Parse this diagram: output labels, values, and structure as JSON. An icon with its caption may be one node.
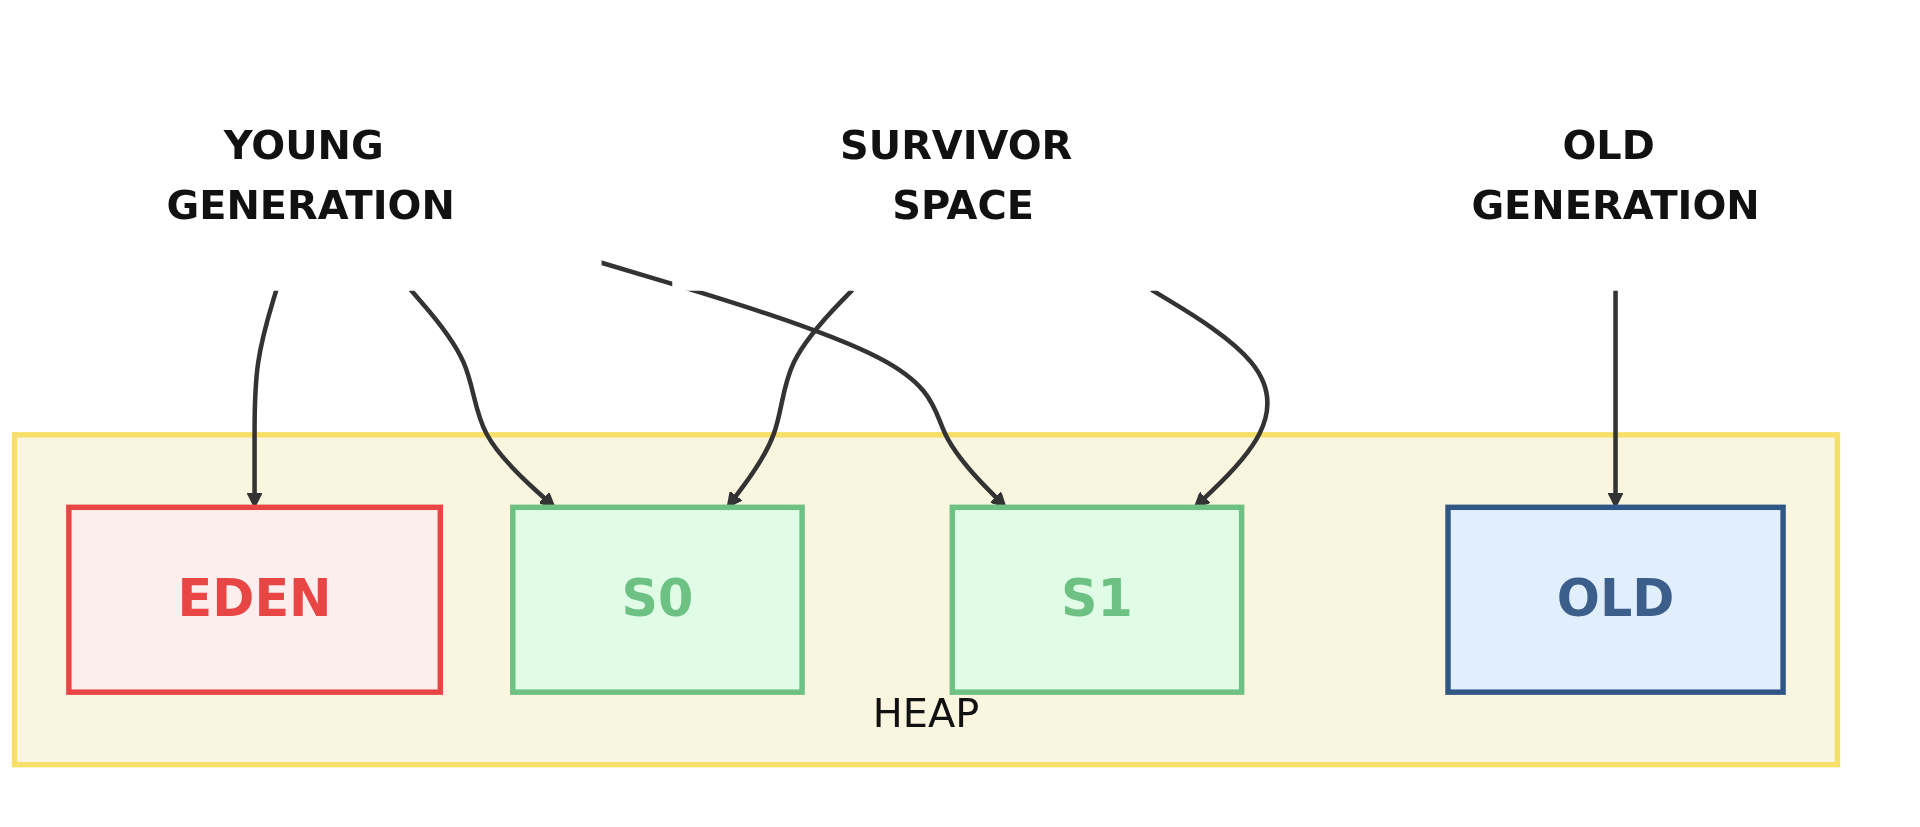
{
  "diagram": {
    "nodes": [
      {
        "text": [
          "YOUNG GENERATION"
        ]
      },
      {
        "text": [
          "SURVIVOR SPACE"
        ]
      },
      {
        "text": [
          "OLD GENERATION"
        ]
      },
      {
        "text": [
          "HEAP"
        ]
      },
      {
        "text": [
          "EDEN"
        ],
        "in": 3
      },
      {
        "text": [
          "S0"
        ],
        "in": 3
      },
      {
        "text": [
          "S1"
        ],
        "in": 3
      },
      {
        "text": [
          "OLD"
        ],
        "in": 3
      }
    ],
    "edges": [
      {
        "from": 0,
        "to": 4,
        "arrow": "to"
      },
      {
        "from": 0,
        "to": 5,
        "arrow": "to"
      },
      {
        "from": 0,
        "to": 6,
        "arrow": "to"
      },
      {
        "from": 1,
        "to": 5,
        "arrow": "to"
      },
      {
        "from": 1,
        "to": 6,
        "arrow": "to"
      },
      {
        "from": 2,
        "to": 7,
        "arrow": "to"
      }
    ]
  }
}
